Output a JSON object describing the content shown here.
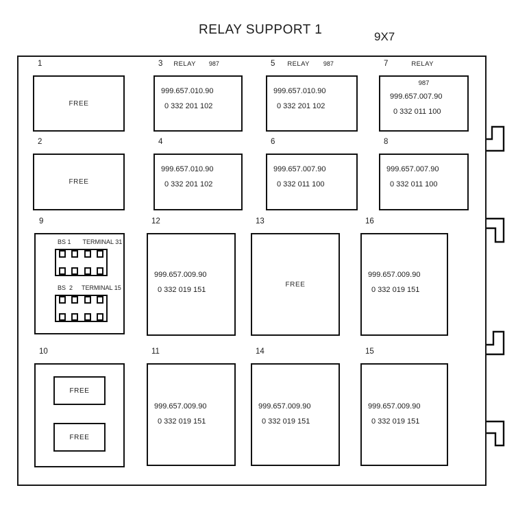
{
  "title": "RELAY SUPPORT 1",
  "size_ref": "9X7",
  "slots": {
    "s1": {
      "num": "1",
      "text": "FREE"
    },
    "s2": {
      "num": "2",
      "text": "FREE"
    },
    "s3": {
      "num": "3",
      "type_label": "RELAY",
      "code": "987",
      "part1": "999.657.010.90",
      "part2": "0 332 201 102"
    },
    "s4": {
      "num": "4",
      "part1": "999.657.010.90",
      "part2": "0 332 201 102"
    },
    "s5": {
      "num": "5",
      "type_label": "RELAY",
      "code": "987",
      "part1": "999.657.010.90",
      "part2": "0 332 201 102"
    },
    "s6": {
      "num": "6",
      "part1": "999.657.007.90",
      "part2": "0 332 011 100"
    },
    "s7": {
      "num": "7",
      "type_label": "RELAY",
      "code": "987",
      "part1": "999.657.007.90",
      "part2": "0 332 011 100"
    },
    "s8": {
      "num": "8",
      "part1": "999.657.007.90",
      "part2": "0 332 011 100"
    },
    "s9": {
      "num": "9",
      "bs1_label": "BS 1",
      "bs1_terminal": "TERMINAL 31",
      "bs2_label": "BS  2",
      "bs2_terminal": "TERMINAL 15"
    },
    "s10": {
      "num": "10",
      "free1": "FREE",
      "free2": "FREE"
    },
    "s11": {
      "num": "11",
      "part1": "999.657.009.90",
      "part2": "0 332 019 151"
    },
    "s12": {
      "num": "12",
      "part1": "999.657.009.90",
      "part2": "0 332 019 151"
    },
    "s13": {
      "num": "13",
      "text": "FREE"
    },
    "s14": {
      "num": "14",
      "part1": "999.657.009.90",
      "part2": "0 332 019 151"
    },
    "s15": {
      "num": "15",
      "part1": "999.657.009.90",
      "part2": "0 332 019 151"
    },
    "s16": {
      "num": "16",
      "part1": "999.657.009.90",
      "part2": "0 332 019 151"
    }
  }
}
